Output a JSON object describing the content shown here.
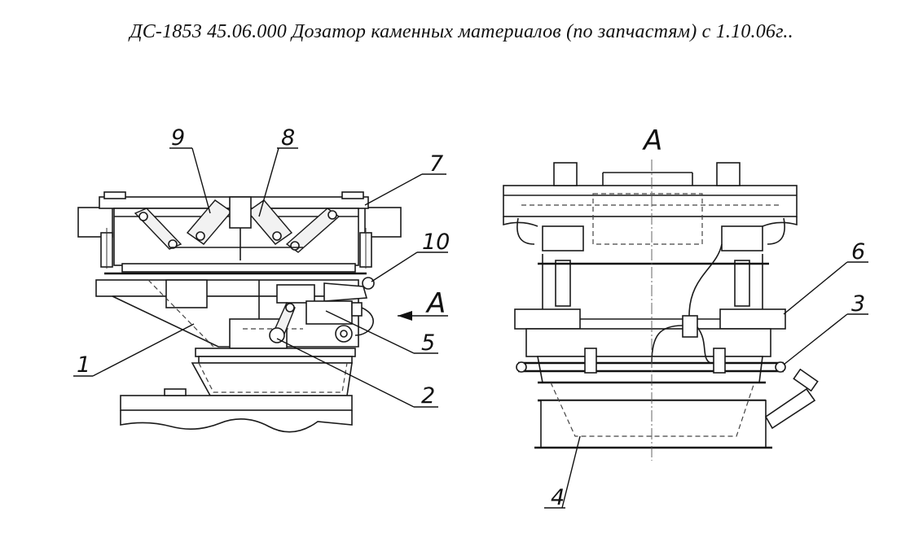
{
  "title": "ДС-1853 45.06.000 Дозатор каменных материалов (по запчастям) с 1.10.06г..",
  "view_letter": "А",
  "callouts": {
    "c1": "1",
    "c2": "2",
    "c3": "3",
    "c4": "4",
    "c5": "5",
    "c6": "6",
    "c7": "7",
    "c8": "8",
    "c9": "9",
    "c10": "10"
  }
}
